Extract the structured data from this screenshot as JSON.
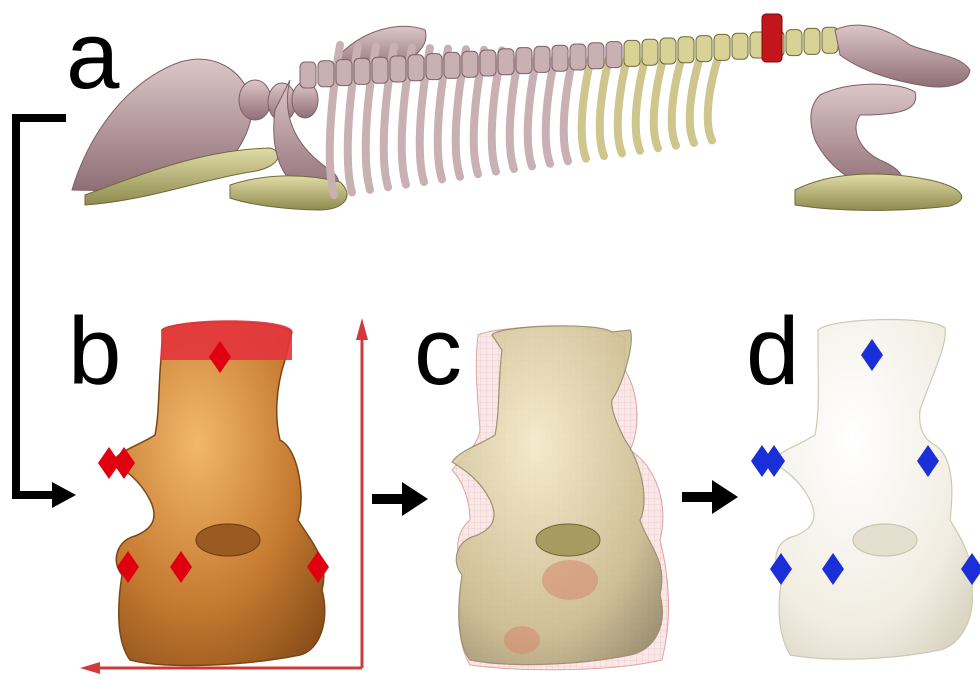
{
  "panels": [
    {
      "label": "a",
      "content": "skeleton"
    },
    {
      "label": "b",
      "content": "vertebra-with-landmarks"
    },
    {
      "label": "c",
      "content": "overlay-registration"
    },
    {
      "label": "d",
      "content": "transferred-landmarks"
    }
  ],
  "colors": {
    "bone_pink": "#b99aa0",
    "bone_olive": "#b9b477",
    "highlight": "#c4141c",
    "vertebra_orange": "#c8782c",
    "landmark_red": "#e00010",
    "landmark_blue": "#1a2fd8",
    "axis_red": "#d23a3a",
    "ghost": "#f0ece2"
  }
}
